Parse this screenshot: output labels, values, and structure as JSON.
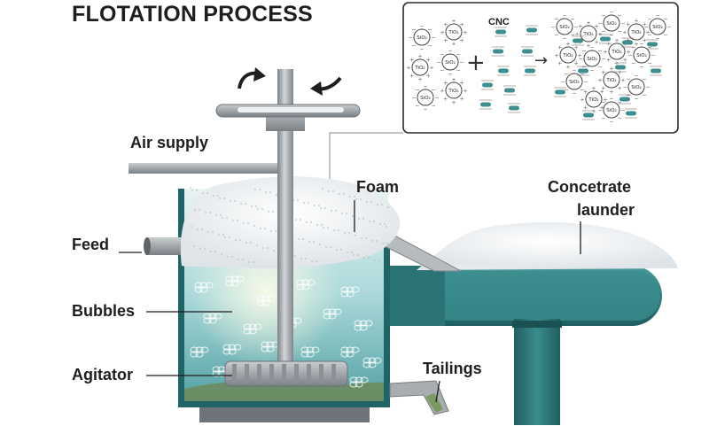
{
  "title": "FLOTATION PROCESS",
  "labels": {
    "air_supply": "Air supply",
    "feed": "Feed",
    "bubbles": "Bubbles",
    "agitator": "Agitator",
    "foam": "Foam",
    "concentrate_line1": "Concetrate",
    "concentrate_line2": "launder",
    "tailings": "Tailings"
  },
  "inset": {
    "cnc_label": "CNC",
    "particle_sio2": "SiO₂",
    "particle_tio2": "TiO₂",
    "plus_symbol": "+",
    "arrow_symbol": "→"
  },
  "colors": {
    "tank": "#2f7f80",
    "tank_dark": "#1f5e60",
    "water": "#bfe3e5",
    "foam": "#eef1f3",
    "steel": "#9ea3a8",
    "steel_dark": "#70767b",
    "text": "#1e1e1e"
  }
}
